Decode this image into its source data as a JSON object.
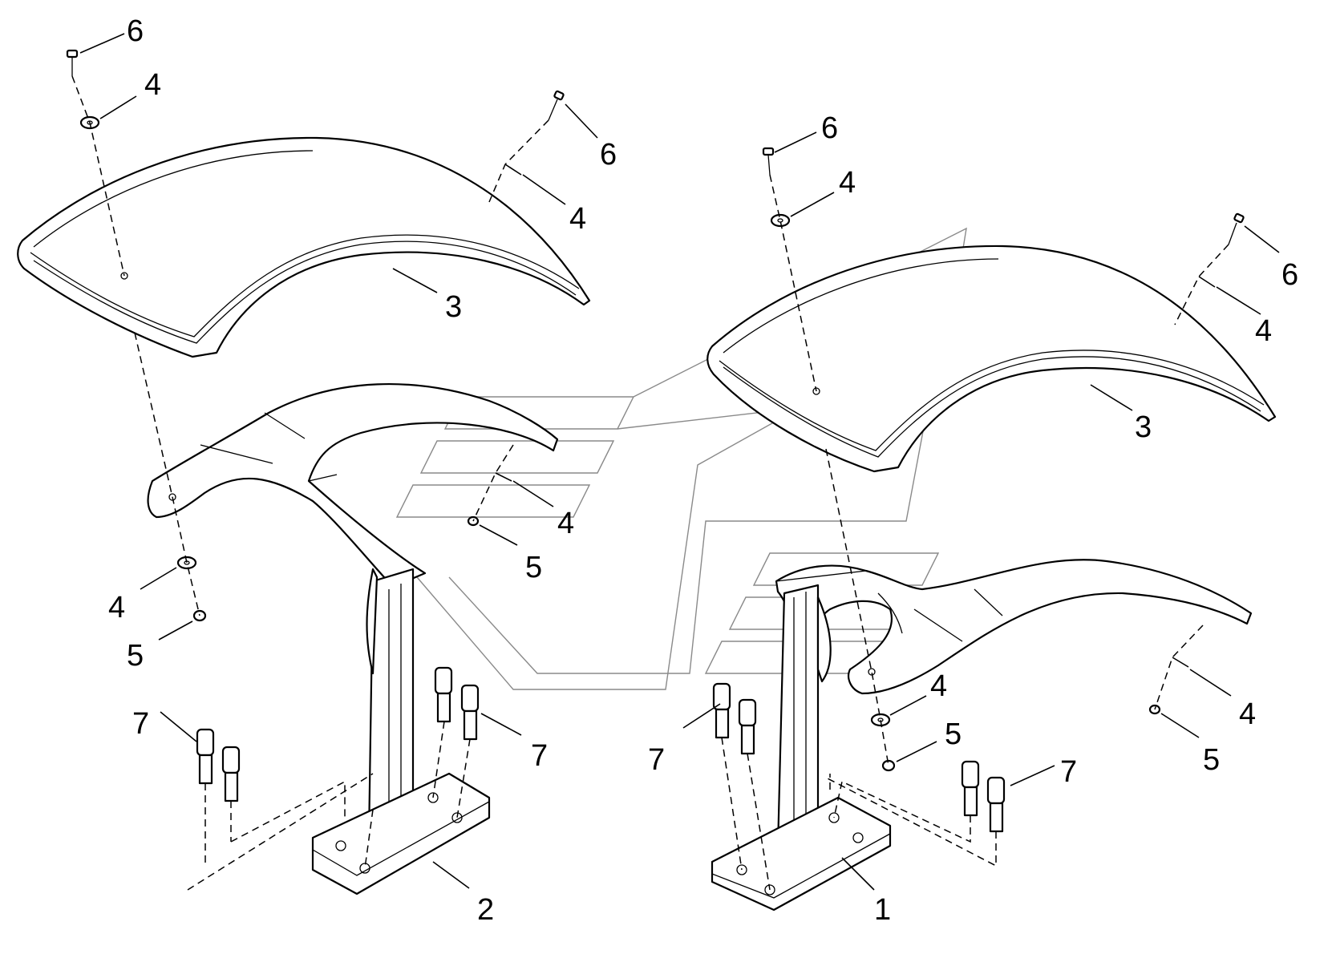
{
  "callouts": {
    "l_bolt_top": "6",
    "l_washer_top": "4",
    "l_fender": "3",
    "l_bolt_right": "6",
    "l_washer_right": "4",
    "l_washer_bracket": "4",
    "l_nut_bracket": "5",
    "l_washer_under": "4",
    "l_nut_under": "5",
    "l_screws_left": "7",
    "l_screws_right": "7",
    "l_bracket": "2",
    "r_bolt_top": "6",
    "r_washer_top": "4",
    "r_bolt_right": "6",
    "r_washer_right": "4",
    "r_fender": "3",
    "r_washer_under": "4",
    "r_nut_under": "5",
    "r_washer_tip": "4",
    "r_nut_tip": "5",
    "r_screws_left": "7",
    "r_screws_right": "7",
    "r_bracket": "1"
  }
}
